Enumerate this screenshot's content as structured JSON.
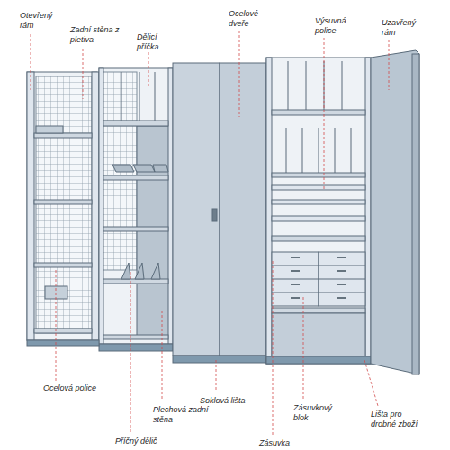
{
  "diagram": {
    "labels": [
      "Otevřený rám",
      "Zadní stěna z pletiva",
      "Dělicí příčka",
      "Ocelové dveře",
      "Výsuvná police",
      "Uzavřený rám",
      "Ocelová police",
      "Plechová zadní stěna",
      "Příčný dělič",
      "Soklová lišta",
      "Zásuvkový blok",
      "Zásuvka",
      "Lišta pro drobné zboží"
    ]
  }
}
